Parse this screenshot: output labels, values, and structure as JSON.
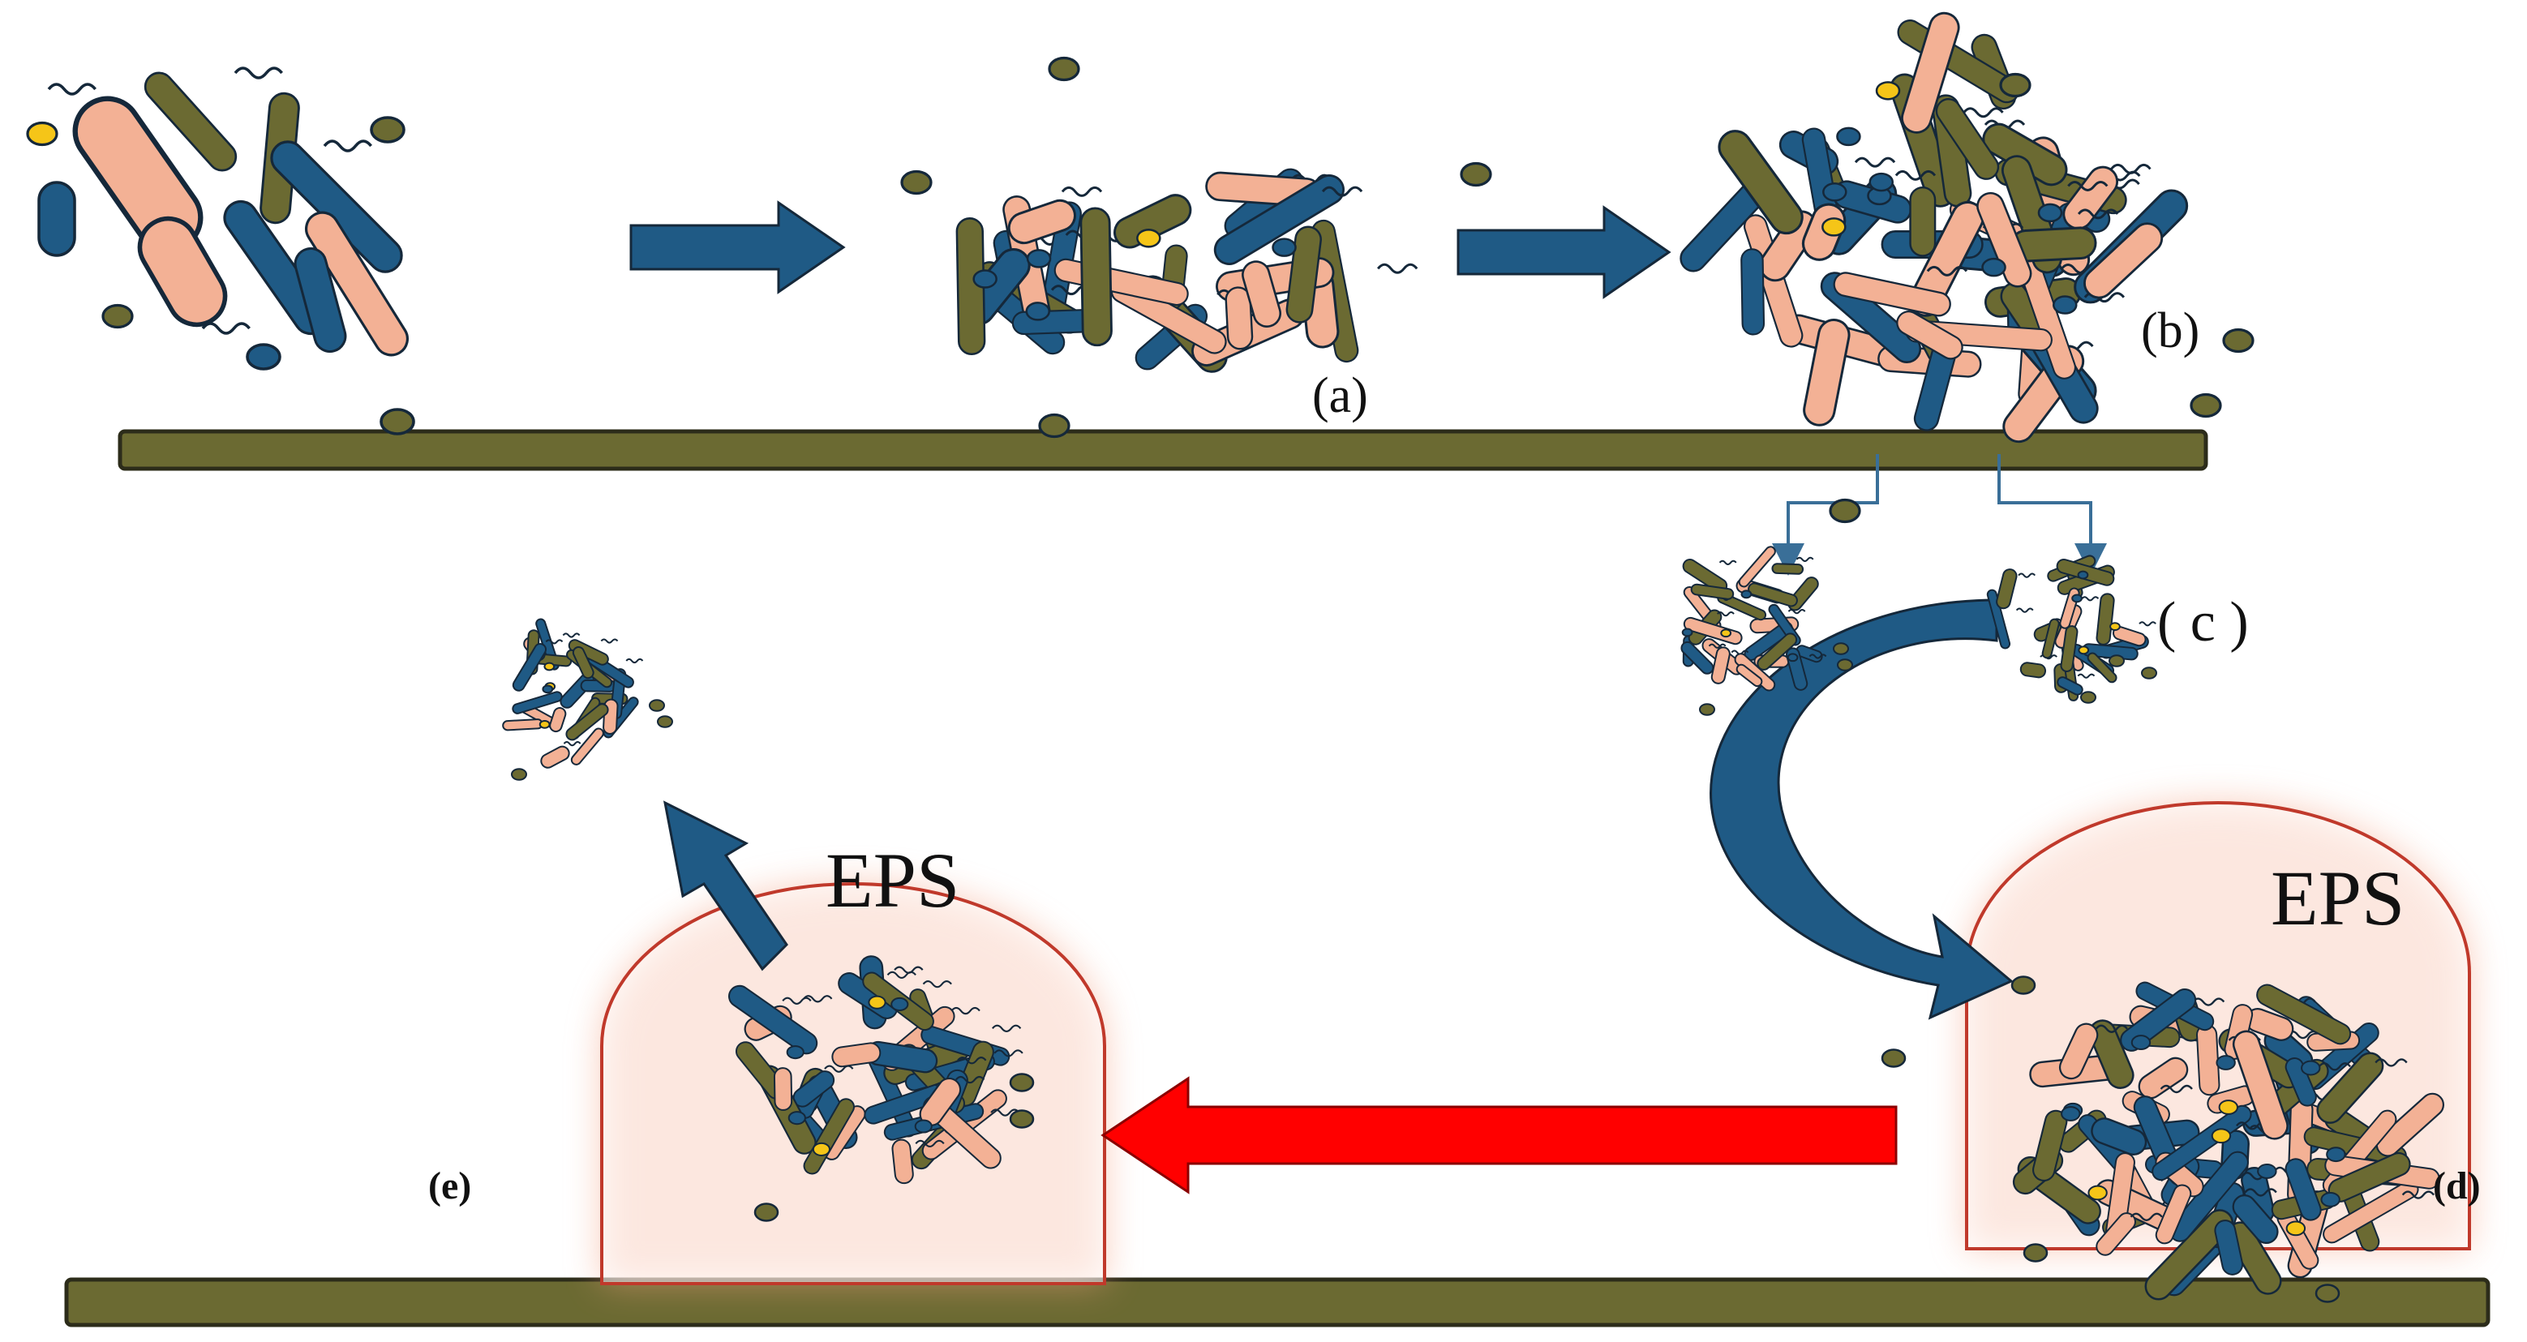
{
  "labels": {
    "a": "(a)",
    "b": "(b)",
    "c": "( c )",
    "d": "(d)",
    "e": "(e)",
    "eps_right": "EPS",
    "eps_left": "EPS"
  },
  "colors": {
    "background": "#ffffff",
    "substratum": "#6b6a32",
    "substratum_outline": "#2c2c1a",
    "rod_salmon": "#f3b195",
    "rod_blue": "#1f5a85",
    "rod_olive": "#6b6a32",
    "coccus_yellow": "#f5c518",
    "cell_outline": "#15283a",
    "process_arrow": "#1f5a85",
    "dispersal_arrow": "#ff0000",
    "eps_outline": "#c0392b",
    "eps_glow": "#f4a081",
    "connector": "#3a6f98"
  },
  "icons": {
    "process_arrow": "right-arrow-icon",
    "curved_arrow": "curved-arrow-icon",
    "dispersal_arrow": "left-arrow-icon",
    "release_arrow": "diagonal-arrow-icon"
  }
}
